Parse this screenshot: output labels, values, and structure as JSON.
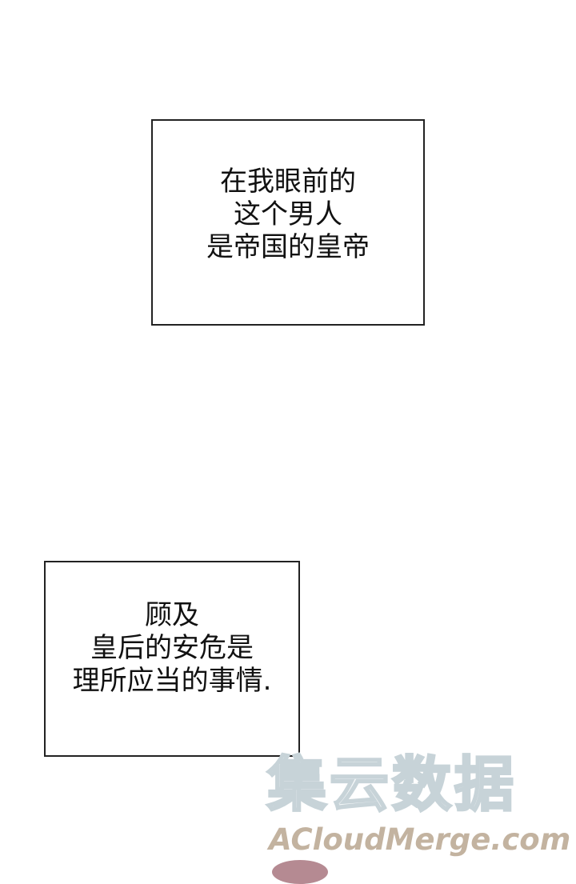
{
  "panels": [
    {
      "lines": [
        "在我眼前的",
        "这个男人",
        "是帝国的皇帝"
      ]
    },
    {
      "lines": [
        "顾及",
        "皇后的安危是",
        "理所应当的事情."
      ]
    }
  ],
  "watermark": {
    "chinese": "集云数据",
    "english": "ACloudMerge.com"
  }
}
